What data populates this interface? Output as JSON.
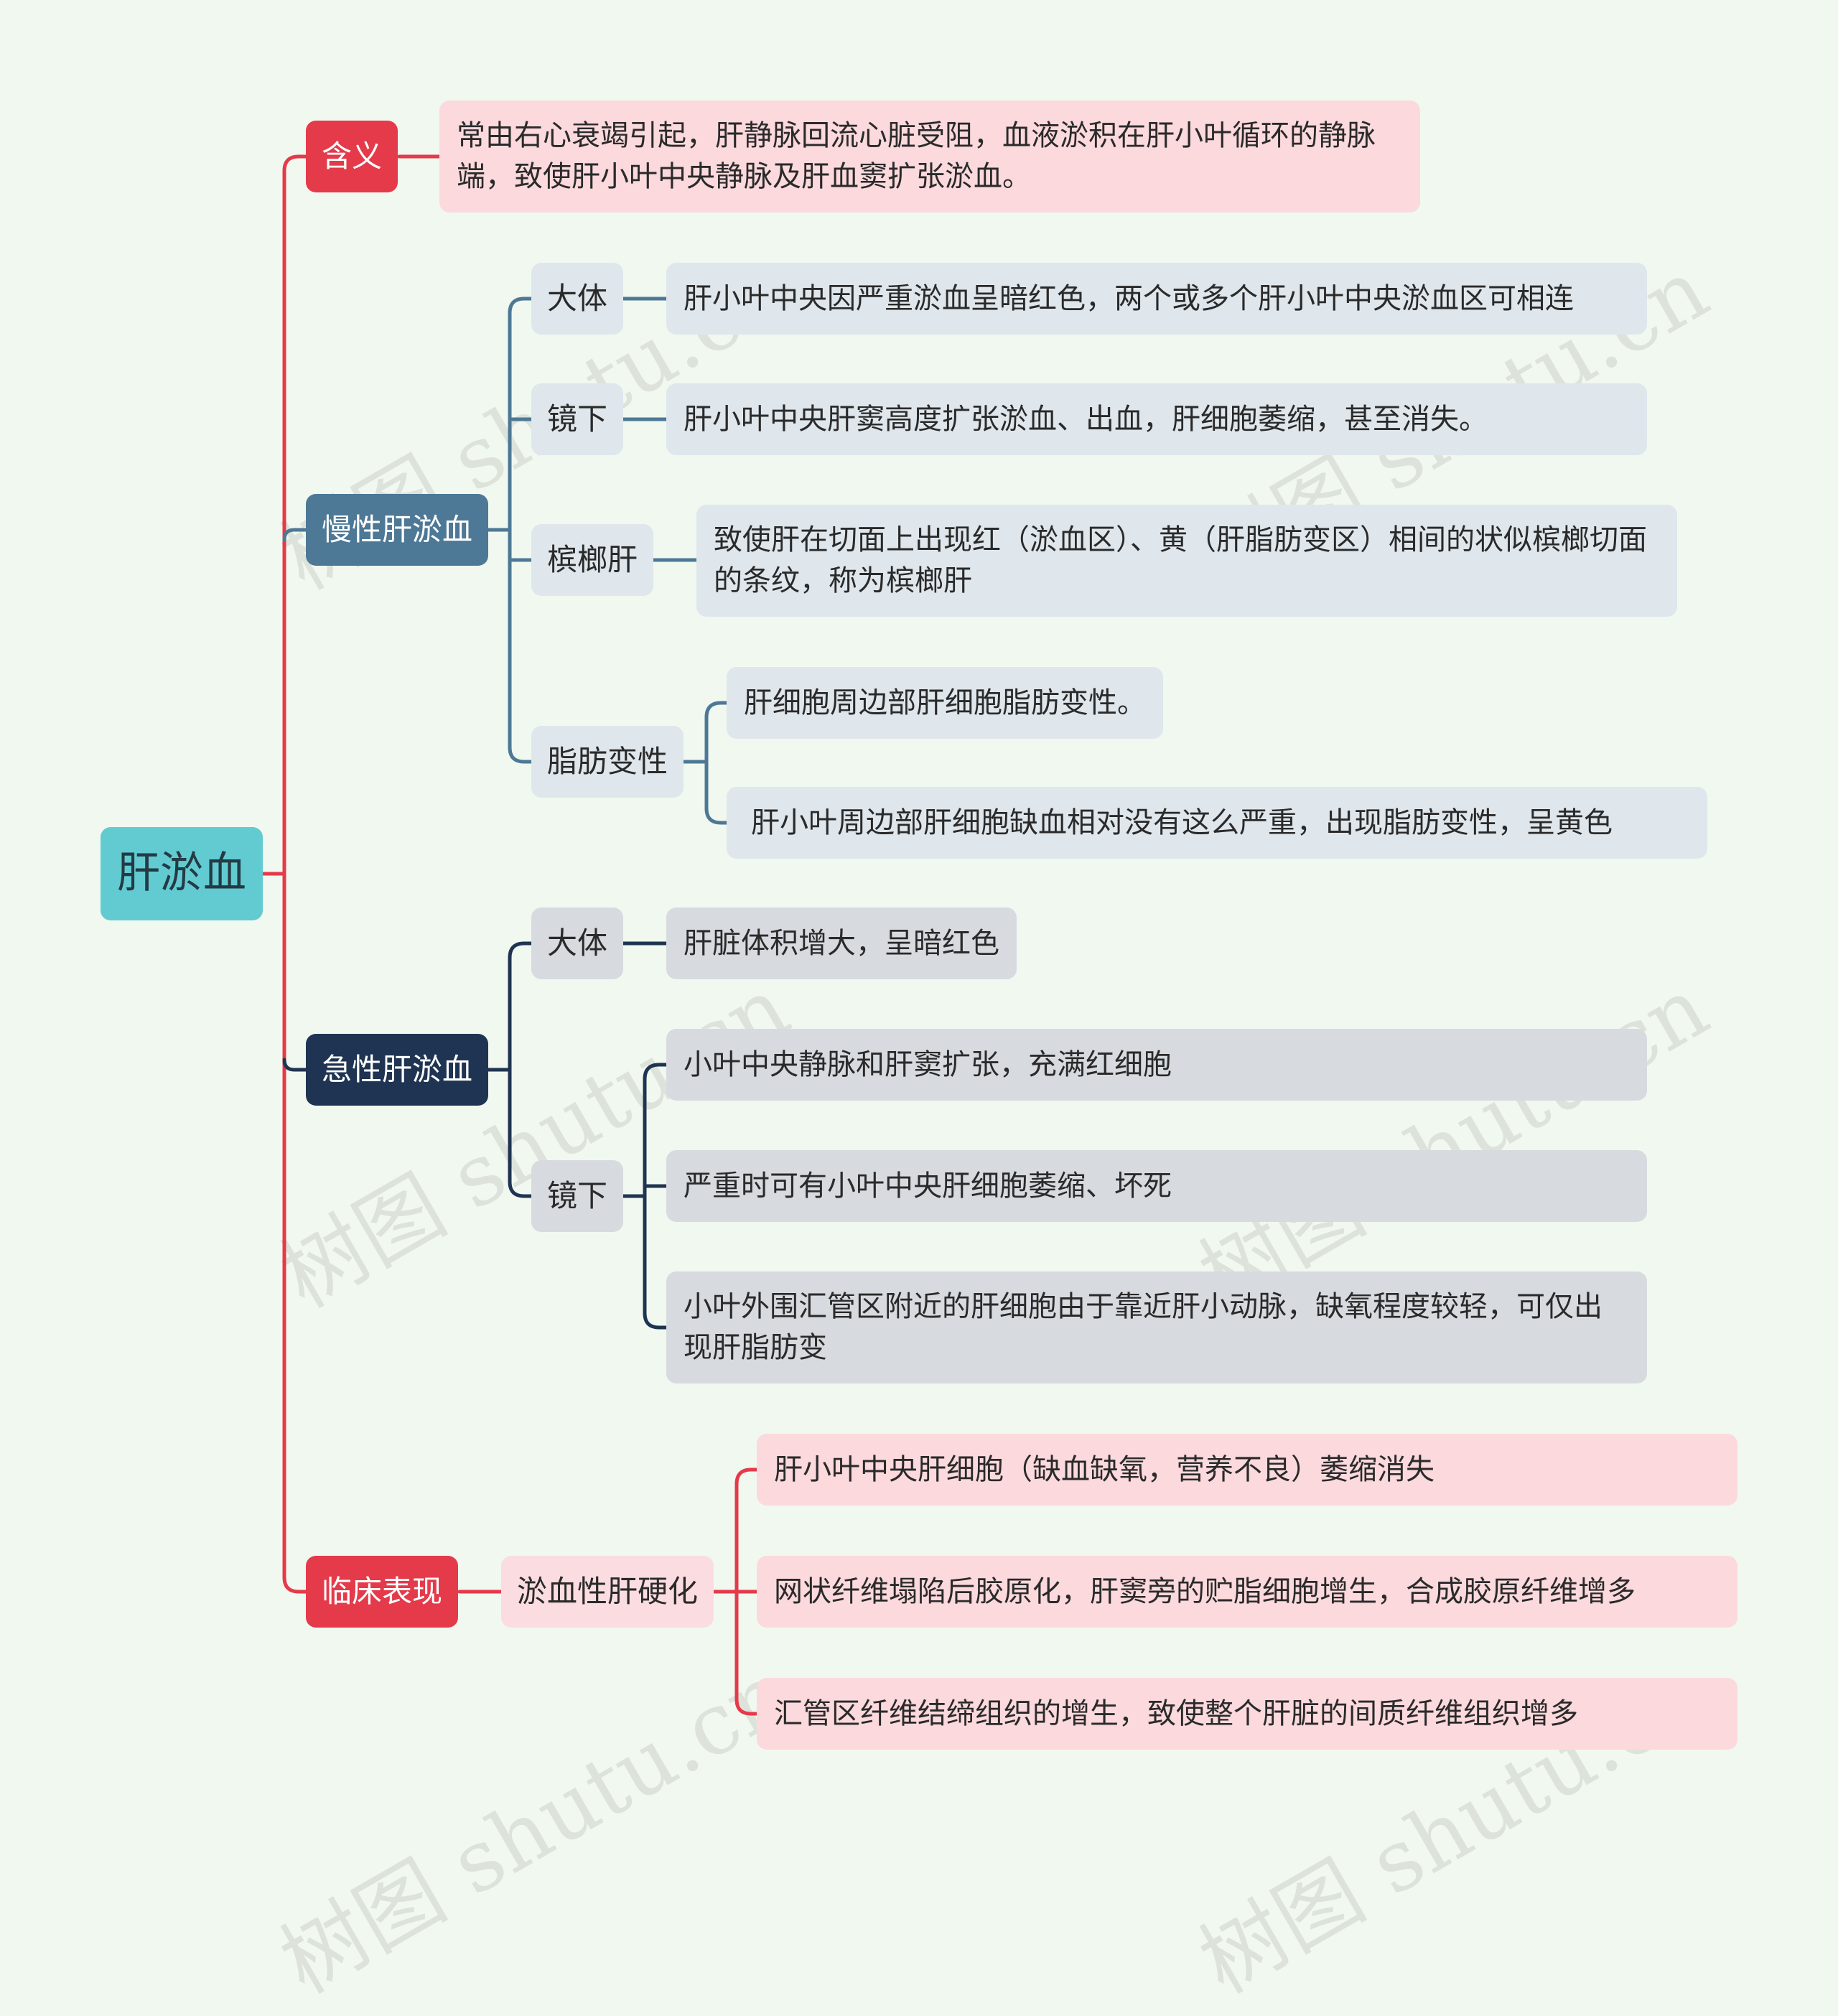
{
  "root": "肝淤血",
  "watermark": "树图 shutu.cn",
  "colors": {
    "red": "#e43a4a",
    "blue": "#4d7896",
    "navy": "#1f3452",
    "teal": "#62cbd1",
    "background": "#f1f8ef"
  },
  "branches": {
    "meaning": {
      "label": "含义",
      "text": "常由右心衰竭引起，肝静脉回流心脏受阻，血液淤积在肝小叶循环的静脉端，致使肝小叶中央静脉及肝血窦扩张淤血。"
    },
    "chronic": {
      "label": "慢性肝淤血",
      "gross": {
        "label": "大体",
        "text": "肝小叶中央因严重淤血呈暗红色，两个或多个肝小叶中央淤血区可相连"
      },
      "micro": {
        "label": "镜下",
        "text": "肝小叶中央肝窦高度扩张淤血、出血，肝细胞萎缩，甚至消失。"
      },
      "nutmeg": {
        "label": "槟榔肝",
        "text": "致使肝在切面上出现红（淤血区）、黄（肝脂肪变区）相间的状似槟榔切面的条纹，称为槟榔肝"
      },
      "fatty": {
        "label": "脂肪变性",
        "items": [
          "肝细胞周边部肝细胞脂肪变性。",
          "肝小叶周边部肝细胞缺血相对没有这么严重，出现脂肪变性，呈黄色"
        ]
      }
    },
    "acute": {
      "label": "急性肝淤血",
      "gross": {
        "label": "大体",
        "text": "肝脏体积增大，呈暗红色"
      },
      "micro": {
        "label": "镜下",
        "items": [
          "小叶中央静脉和肝窦扩张，充满红细胞",
          "严重时可有小叶中央肝细胞萎缩、坏死",
          "小叶外围汇管区附近的肝细胞由于靠近肝小动脉，缺氧程度较轻，可仅出现肝脂肪变"
        ]
      }
    },
    "clinical": {
      "label": "临床表现",
      "cirrhosis": {
        "label": "淤血性肝硬化",
        "items": [
          "肝小叶中央肝细胞（缺血缺氧，营养不良）萎缩消失",
          "网状纤维塌陷后胶原化，肝窦旁的贮脂细胞增生，合成胶原纤维增多",
          "汇管区纤维结缔组织的增生，致使整个肝脏的间质纤维组织增多"
        ]
      }
    }
  }
}
